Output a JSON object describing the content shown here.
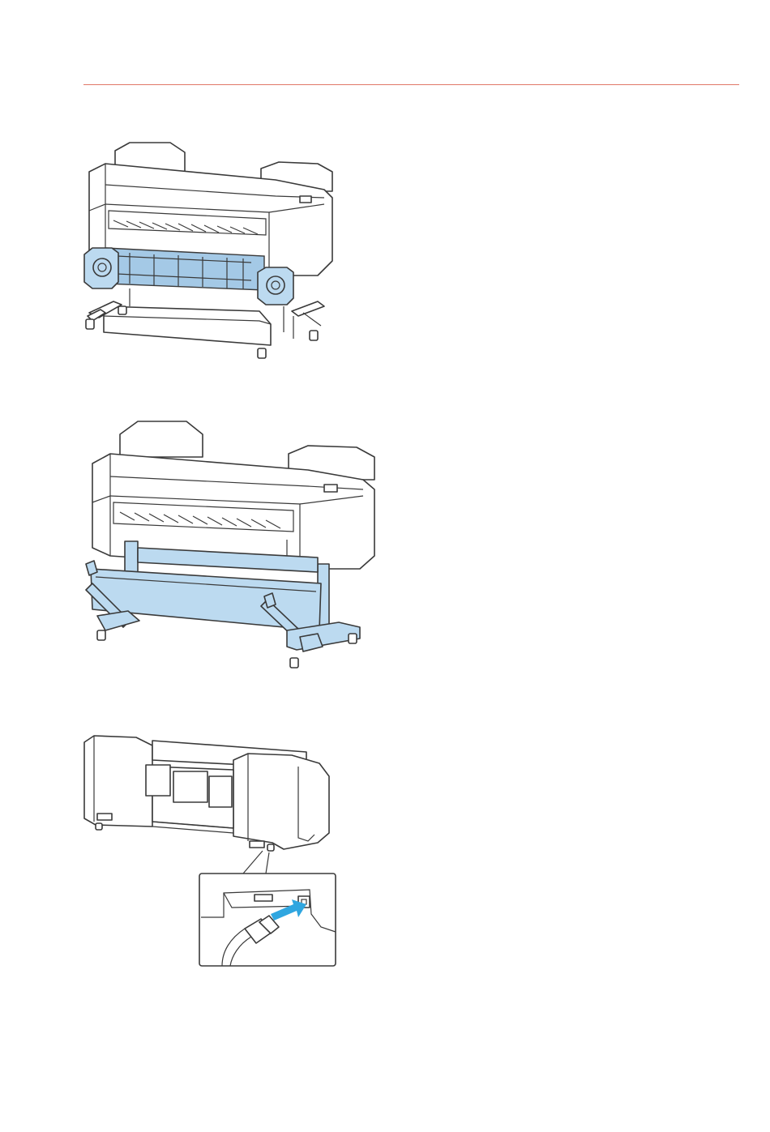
{
  "page": {
    "rule_color": "#e07868",
    "highlight_color": "#bcdaf0",
    "arrow_color": "#2fa6e0"
  },
  "figures": [
    {
      "id": "fig1",
      "icon": "printer-roll-unit-highlighted-illustration"
    },
    {
      "id": "fig2",
      "icon": "printer-stand-basket-highlighted-illustration"
    },
    {
      "id": "fig3",
      "icon": "printer-rear-power-cord-illustration"
    }
  ]
}
